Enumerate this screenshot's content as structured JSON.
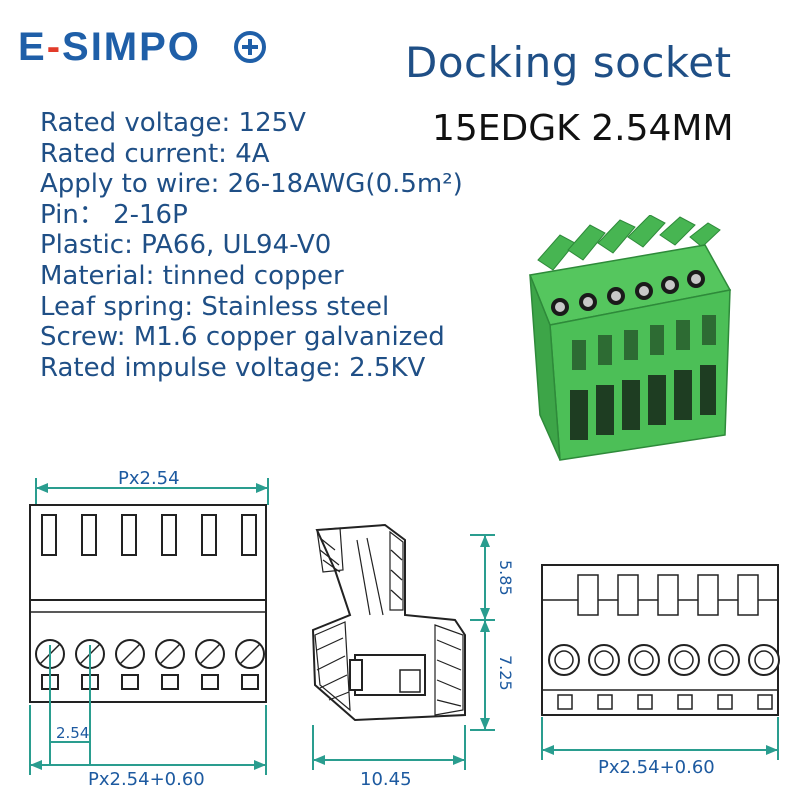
{
  "brand": {
    "logo_text": "E-SIMPO",
    "colors": {
      "logo_blue": "#1f5fa8",
      "logo_red": "#e23b2a",
      "dim_line": "#2a9d8f",
      "dim_text": "#1d5aa0",
      "connector_green": "#4fc25a"
    }
  },
  "title": "Docking socket",
  "model": "15EDGK 2.54MM",
  "specs": [
    "Rated voltage: 125V",
    "Rated current: 4A",
    "Apply to wire: 26-18AWG(0.5m²)",
    "Pin： 2-16P",
    "Plastic: PA66, UL94-V0",
    "Material: tinned copper",
    "Leaf spring: Stainless steel",
    "Screw: M1.6 copper galvanized",
    "Rated impulse voltage: 2.5KV"
  ],
  "drawings": {
    "front": {
      "pitch_label": "Px2.54",
      "pitch_small": "2.54",
      "width_label": "Px2.54+0.60"
    },
    "side": {
      "top_height": "5.85",
      "bottom_height": "7.25",
      "depth": "10.45"
    },
    "rear": {
      "width_label": "Px2.54+0.60"
    }
  },
  "icons": [
    "connector-photo",
    "front-view-drawing",
    "side-view-drawing",
    "rear-view-drawing"
  ]
}
